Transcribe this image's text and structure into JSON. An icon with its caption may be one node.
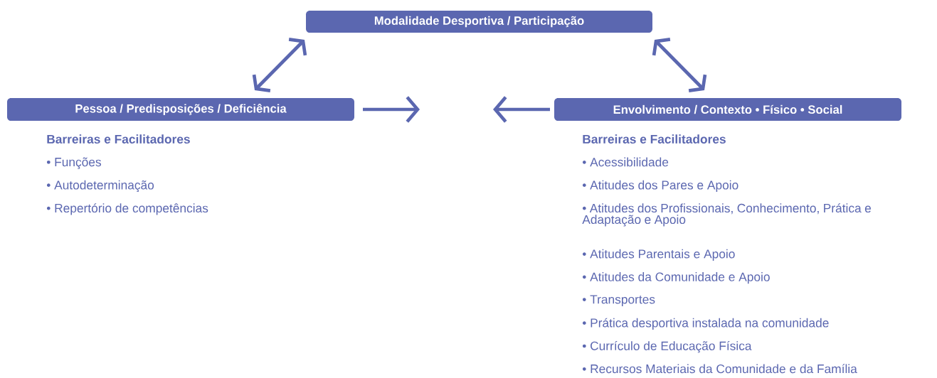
{
  "diagram": {
    "nodes": [
      {
        "text": [
          "Modalidade Desportiva / Participação"
        ]
      },
      {
        "text": [
          "Pessoa / Predisposições / Deficiência"
        ],
        "beside": [
          "Barreiras e Facilitadores",
          "• Funções",
          "• Autodeterminação",
          "• Repertório de competências"
        ]
      },
      {
        "text": [
          "Envolvimento / Contexto • Físico • Social"
        ],
        "beside": [
          "Barreiras e Facilitadores",
          "• Acessibilidade",
          "• Atitudes dos Pares e Apoio",
          "• Atitudes dos Profissionais, Conhecimento, Prática e Adaptação e Apoio",
          "• Atitudes Parentais e Apoio",
          "• Atitudes da Comunidade e Apoio",
          "• Transportes",
          "• Prática desportiva instalada na comunidade",
          "• Currículo de Educação Física",
          "• Recursos Materiais da Comunidade e da Família"
        ]
      }
    ],
    "edges": [
      {
        "from": 1,
        "to": 0,
        "arrow": "both"
      },
      {
        "from": 0,
        "to": 2,
        "arrow": "both"
      },
      {
        "from": 1,
        "to": null,
        "arrow": "to"
      },
      {
        "from": 2,
        "to": null,
        "arrow": "to"
      }
    ]
  }
}
